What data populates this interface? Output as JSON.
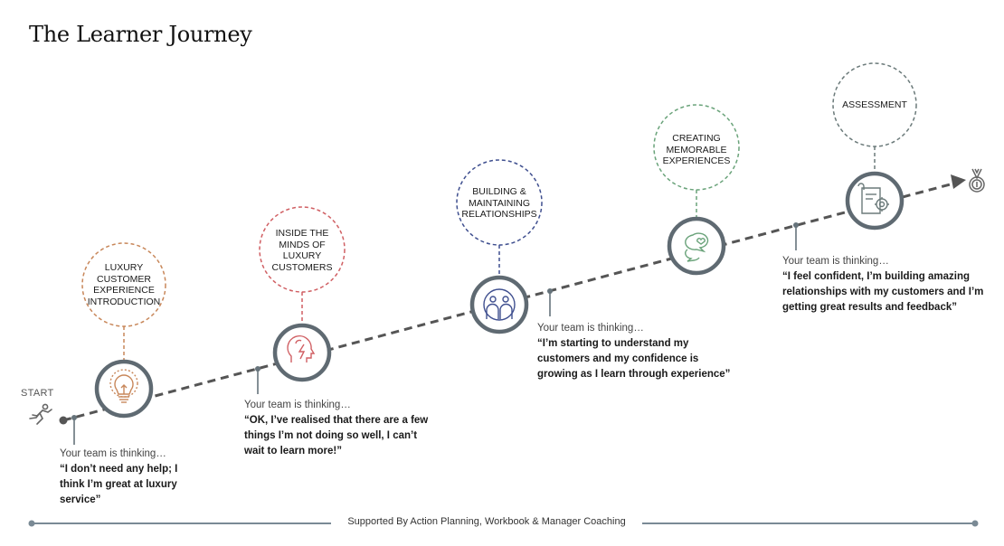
{
  "title": "The Learner Journey",
  "start_label": "START",
  "footer": "Supported By Action Planning, Workbook & Manager Coaching",
  "colors": {
    "path": "#555555",
    "ring": "#5f6a72",
    "stage1": "#c8875a",
    "stage2": "#d05f63",
    "stage3": "#3f4f8f",
    "stage4": "#6aa37a",
    "stage5": "#6b7a7a"
  },
  "stages": [
    {
      "label": "LUXURY CUSTOMER EXPERIENCE INTRODUCTION",
      "icon": "lightbulb-icon"
    },
    {
      "label": "INSIDE THE MINDS OF LUXURY CUSTOMERS",
      "icon": "brain-lightning-icon"
    },
    {
      "label": "BUILDING & MAINTAINING RELATIONSHIPS",
      "icon": "people-group-icon"
    },
    {
      "label": "CREATING MEMORABLE EXPERIENCES",
      "icon": "chat-heart-icon"
    },
    {
      "label": "ASSESSMENT",
      "icon": "certificate-gear-icon"
    }
  ],
  "thinking": [
    {
      "intro": "Your team is thinking…",
      "quote": "“I don’t need any help; I think I’m great at luxury service”"
    },
    {
      "intro": "Your team is thinking…",
      "quote": "“OK, I’ve realised that there are a few things I’m not doing so well, I can’t wait to learn more!”"
    },
    {
      "intro": "Your team is thinking…",
      "quote": "“I’m starting to understand my customers and my confidence is growing as I learn through experience”"
    },
    {
      "intro": "Your team is thinking…",
      "quote": "“I feel confident, I’m building amazing relationships with my customers and I’m getting great results and feedback”"
    }
  ]
}
